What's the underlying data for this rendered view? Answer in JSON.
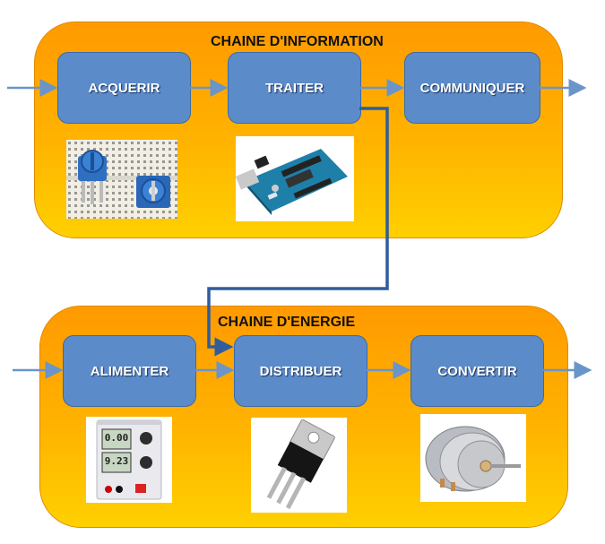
{
  "info_chain": {
    "title": "CHAINE D'INFORMATION",
    "blocks": [
      "ACQUERIR",
      "TRAITER",
      "COMMUNIQUER"
    ]
  },
  "energy_chain": {
    "title": "CHAINE D'ENERGIE",
    "blocks": [
      "ALIMENTER",
      "DISTRIBUER",
      "CONVERTIR"
    ]
  },
  "icons": {
    "acquerir": "potentiometer-breadboard-photo",
    "traiter": "arduino-board-photo",
    "alimenter": "lab-power-supply-photo",
    "distribuer": "transistor-photo",
    "convertir": "dc-motor-photo"
  },
  "display_values": {
    "top": "0.00",
    "bottom": "9.23"
  },
  "colors": {
    "chain_fill_top": "#ff9a00",
    "chain_fill_bottom": "#ffd000",
    "block_fill": "#5b8bc9",
    "link_line": "#2f5d9e",
    "arrow": "#6a95c9"
  }
}
